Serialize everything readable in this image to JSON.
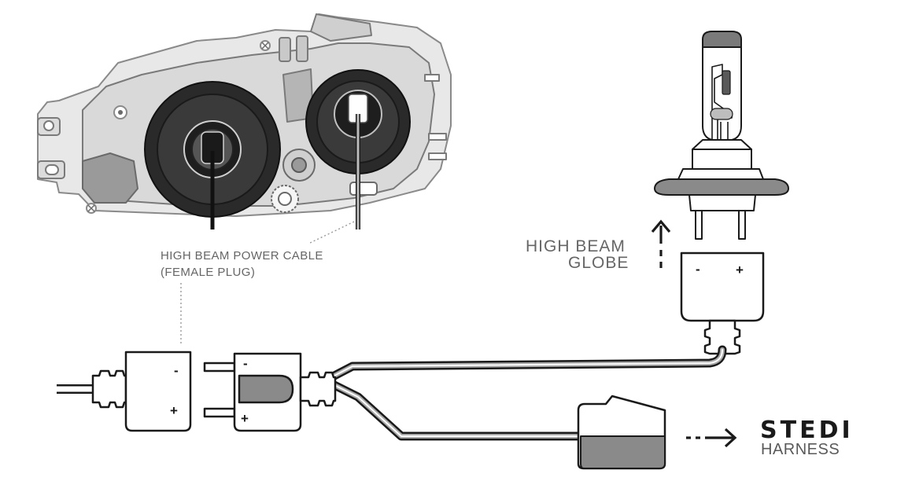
{
  "labels": {
    "power_cable_line1": "HIGH BEAM POWER CABLE",
    "power_cable_line2": "(FEMALE PLUG)",
    "globe_line1": "HIGH BEAM",
    "globe_line2": "GLOBE",
    "brand": "STEDI",
    "harness": "HARNESS",
    "minus": "-",
    "plus": "+"
  },
  "colors": {
    "line": "#1a1a1a",
    "housing_fill": "#e6e6e6",
    "dark_grey": "#7a7a7a",
    "mid_grey": "#9a9a9a",
    "text_grey": "#666666"
  },
  "icons": {
    "up_arrow": "arrow-up-icon",
    "right_arrow": "arrow-right-icon"
  }
}
